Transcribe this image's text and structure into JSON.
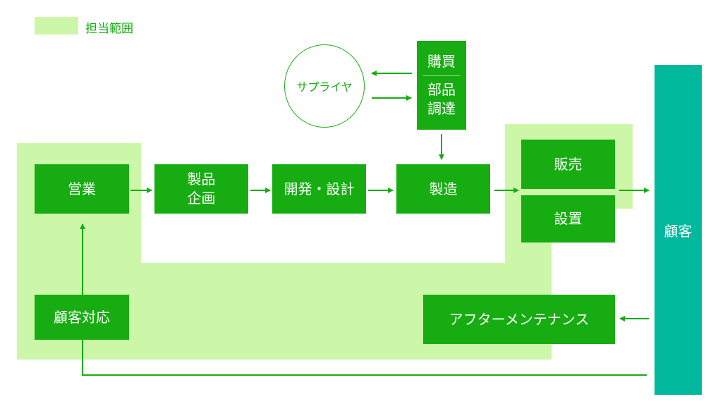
{
  "legend": {
    "label": "担当範囲"
  },
  "colors": {
    "box": "#17ad12",
    "scope": "#ccf7a8",
    "customer": "#00b89c"
  },
  "nodes": {
    "sales": "営業",
    "planning": [
      "製品",
      "企画"
    ],
    "development": "開発・設計",
    "manufacturing": "製造",
    "purchasing": {
      "top": "購買",
      "bottom": [
        "部品",
        "調達"
      ]
    },
    "supplier": "サプライヤ",
    "selling": "販売",
    "installation": "設置",
    "customer": "顧客",
    "customer_support": "顧客対応",
    "maintenance": "アフターメンテナンス"
  }
}
